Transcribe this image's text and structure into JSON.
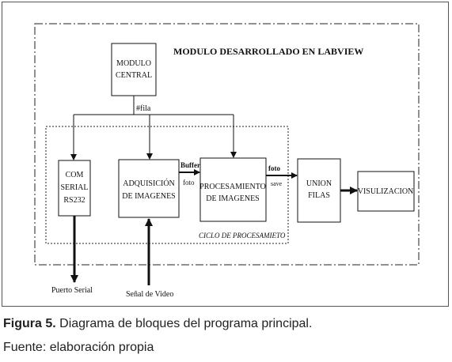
{
  "diagram": {
    "outer_title": "MODULO DESARROLLADO EN LABVIEW",
    "inner_title": "CICLO DE PROCESAMIETO",
    "blocks": {
      "modulo_central": [
        "MODULO",
        "CENTRAL"
      ],
      "com_serial": [
        "COM",
        "SERIAL",
        "RS232"
      ],
      "adquisicion": [
        "ADQUISICIÓN",
        "DE IMAGENES"
      ],
      "procesamiento": [
        "PROCESAMIENTO",
        "DE IMAGENES"
      ],
      "union_filas": [
        "UNION",
        "FILAS"
      ],
      "visualizacion": [
        "VISULIZACION"
      ]
    },
    "edge_labels": {
      "fila": "#fila",
      "buffer": "Buffer",
      "foto_in": "foto",
      "foto_out": "foto",
      "save": "save",
      "puerto_serial": "Puerto Serial",
      "senal_video": "Señal de Video"
    }
  },
  "caption": {
    "figure_label": "Figura 5.",
    "figure_text": " Diagrama de bloques del programa principal.",
    "source": "Fuente: elaboración propia"
  }
}
